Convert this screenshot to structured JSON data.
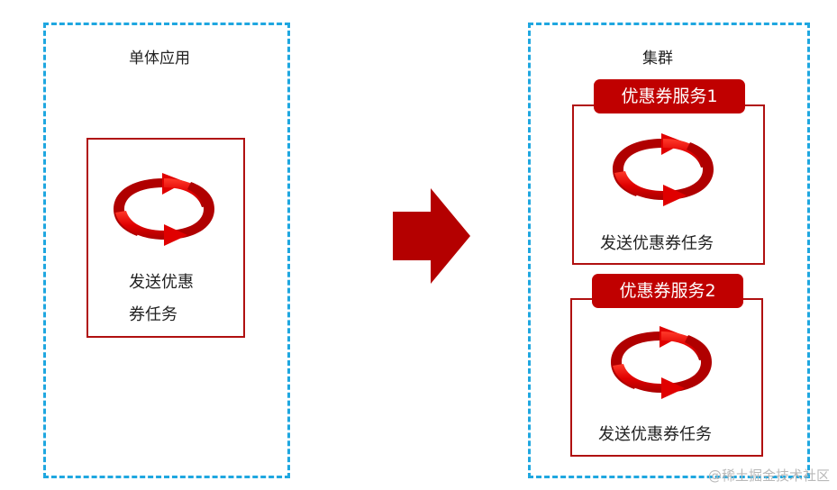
{
  "left_panel": {
    "title": "单体应用",
    "task_line1": "发送优惠",
    "task_line2": "券任务"
  },
  "right_panel": {
    "title": "集群",
    "services": [
      {
        "tag": "优惠券服务1",
        "task": "发送优惠券任务"
      },
      {
        "tag": "优惠券服务2",
        "task": "发送优惠券任务"
      }
    ]
  },
  "watermark": "@稀土掘金技术社区",
  "colors": {
    "dashed_border": "#1fa7e0",
    "box_border": "#b01010",
    "accent_red": "#c00000"
  },
  "icons": {
    "cycle": "cycle-arrows-icon",
    "transition": "right-arrow-icon"
  }
}
